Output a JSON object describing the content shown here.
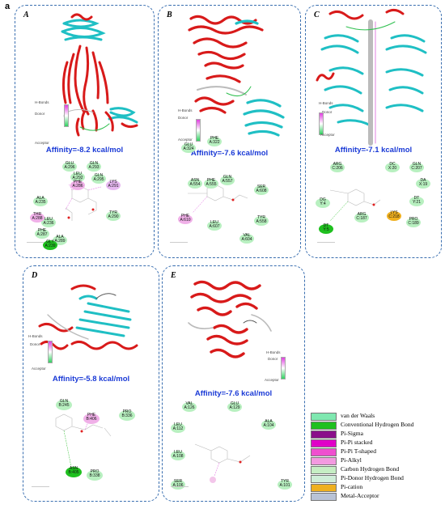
{
  "figure_label": "a",
  "hbond_legend": {
    "title": "H-Bonds",
    "donor": "Donor",
    "acceptor": "Acceptor"
  },
  "panels": [
    {
      "label": "A",
      "affinity": "Affinity=-8.2 kcal/mol",
      "residues": [
        "GLU\nA:296",
        "GLN\nA:293",
        "LEU\nA:292",
        "GLN\nA:295",
        "PHE\nA:286",
        "LYS\nA:291",
        "ALA\nA:235",
        "TYR\nA:290",
        "LEU\nA:236",
        "THR\nA:288",
        "PHE\nA:287",
        "ALA\nA:289",
        "GLY\nA:239"
      ]
    },
    {
      "label": "B",
      "affinity": "Affinity=-7.6 kcal/mol",
      "residues": [
        "GLU\nA:324",
        "PHE\nA:322",
        "ASN\nA:554",
        "PHE\nA:555",
        "GLN\nA:557",
        "SER\nA:608",
        "PHE\nA:610",
        "LEU\nA:607",
        "TYR\nA:558",
        "VAL\nA:604"
      ]
    },
    {
      "label": "C",
      "affinity": "Affinity=-7.1 kcal/mol",
      "residues": [
        "ARG\nC:206",
        "DC\nX:20",
        "GLN\nC:207",
        "DA\nX:19",
        "DT\nY:21",
        "DG\nY:4",
        "ARG\nC:187",
        "PRO\nC:189",
        "LYS\nC:218",
        "DT\nY:5"
      ]
    },
    {
      "label": "D",
      "affinity": "Affinity=-5.8 kcal/mol",
      "residues": [
        "GLN\nB:245",
        "PHE\nB:406",
        "PRO\nB:336",
        "ASN\nB:405",
        "PRO\nB:338"
      ]
    },
    {
      "label": "E",
      "affinity": "Affinity=-7.6 kcal/mol",
      "residues": [
        "VAL\nA:126",
        "GLU\nA:129",
        "LEU\nA:112",
        "ALA\nA:104",
        "LEU\nA:108",
        "SER\nA:106",
        "TYR\nA:101"
      ]
    }
  ],
  "legend": [
    {
      "label": "van der Waals",
      "color": "#7fe8b0"
    },
    {
      "label": "Conventional Hydrogen Bond",
      "color": "#1fc01f"
    },
    {
      "label": "Pi-Sigma",
      "color": "#8a0f8a"
    },
    {
      "label": "Pi-Pi stacked",
      "color": "#e000c8"
    },
    {
      "label": "Pi-Pi T-shaped",
      "color": "#ef4fcf"
    },
    {
      "label": "Pi-Alkyl",
      "color": "#f39ae0"
    },
    {
      "label": "Carbon Hydrogen Bond",
      "color": "#c6eec4"
    },
    {
      "label": "Pi-Donor Hydrogen Bond",
      "color": "#cfeed8"
    },
    {
      "label": "Pi-cation",
      "color": "#efb020"
    },
    {
      "label": "Metal-Acceptor",
      "color": "#b9c3d6"
    }
  ]
}
